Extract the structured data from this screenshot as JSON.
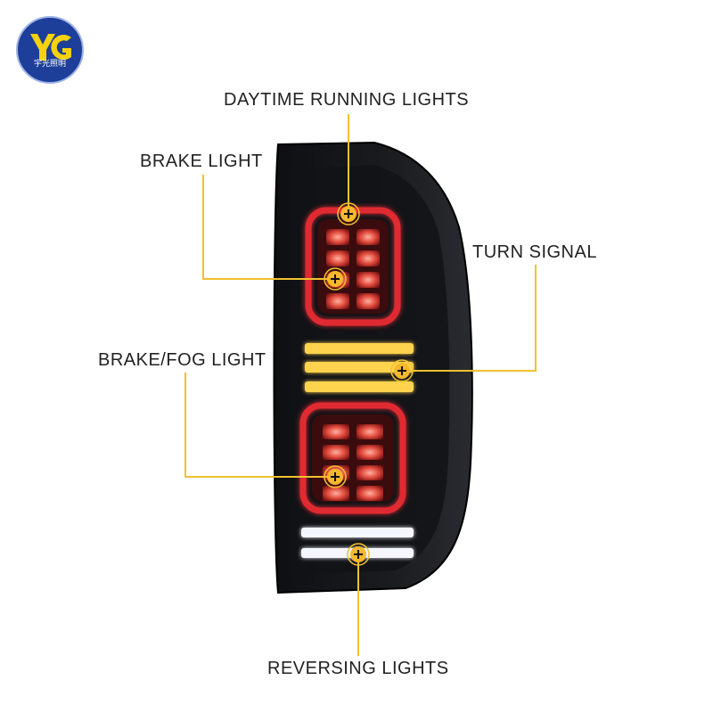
{
  "logo": {
    "mark": "YG",
    "caption": "宇光照明"
  },
  "callouts": {
    "daytime": "DAYTIME RUNNING LIGHTS",
    "brake": "BRAKE LIGHT",
    "turn": "TURN SIGNAL",
    "brake_fog": "BRAKE/FOG LIGHT",
    "reversing": "REVERSING LIGHTS"
  },
  "colors": {
    "callout_line": "#f2c12e",
    "marker_fill": "#f5b82e",
    "housing": "#16171a",
    "red_led": "#e02a32",
    "amber_led": "#ffd34d",
    "white_led": "#f4f7ff"
  }
}
